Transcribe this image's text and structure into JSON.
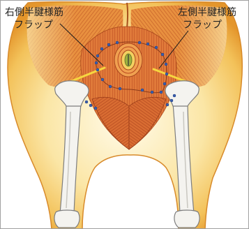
{
  "figure": {
    "labels": {
      "right_semitendinosus_flap": {
        "line1": "右側半腱様筋",
        "line2": "フラップ"
      },
      "left_semitendinosus_flap": {
        "line1": "左側半腱様筋",
        "line2": "フラップ"
      }
    }
  },
  "colors": {
    "skin": "#fbe6a6",
    "muscle": "#e07a3a",
    "muscle_fiber": "#b9471f",
    "bone": "#f4f3ef",
    "suture": "#3a5fb0",
    "tendon": "#f6d640",
    "label_text": "#222222"
  }
}
